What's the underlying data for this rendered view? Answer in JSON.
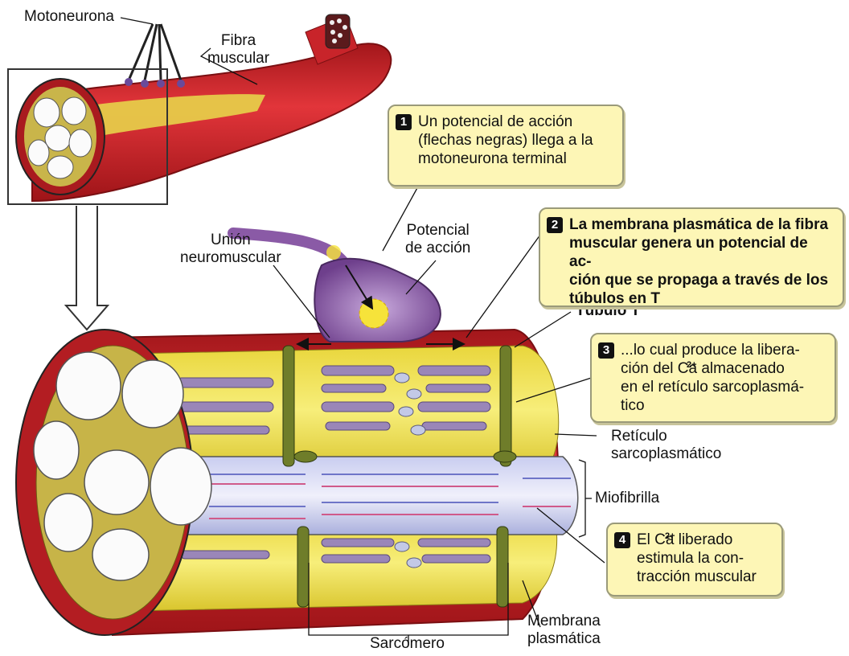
{
  "labels": {
    "motoneurona": "Motoneurona",
    "fibra_muscular": "Fibra\nmuscular",
    "union_neuromuscular": "Unión\nneuromuscular",
    "potencial_accion": "Potencial\nde acción",
    "tubulo_t": "Túbulo T",
    "reticulo": "Retículo\nsarcoplasmático",
    "miofibrilla": "Miofibrilla",
    "membrana_plasmatica": "Membrana\nplasmática",
    "sarcomero": "Sarcómero"
  },
  "steps": [
    {
      "number": "1",
      "text": "Un potencial de acción\n(flechas negras) llega a la\nmotoneurona terminal"
    },
    {
      "number": "2",
      "text": "La membrana plasmática de la fibra\nmuscular genera un potencial de ac-\nción que se propaga a través de los\ntúbulos en T"
    },
    {
      "number": "3",
      "text": "...lo cual produce la libera-\nción del Ca   almacenado\nen el retículo sarcoplasmá-\ntico"
    },
    {
      "number": "4",
      "text": "El Ca   liberado\nestimula la con-\ntracción muscular"
    }
  ],
  "superscript": "2+",
  "colors": {
    "muscle_red": "#d8262b",
    "muscle_dark": "#9e1418",
    "reticulum_yellow": "#f1e04a",
    "tubule_green": "#6f7d2a",
    "neuron_purple": "#8a5aa6",
    "myofibril_blue": "#9aa3d8",
    "box_yellow": "#fdf6b6"
  }
}
